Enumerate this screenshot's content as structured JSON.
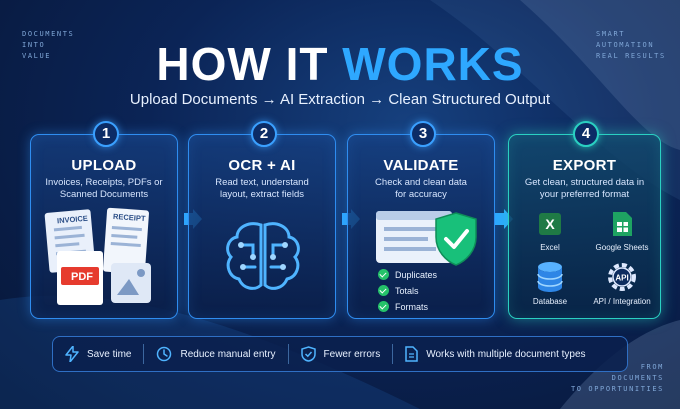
{
  "corner_left": [
    "DOCUMENTS",
    "INTO",
    "VALUE"
  ],
  "corner_right": [
    "SMART",
    "AUTOMATION",
    "REAL RESULTS"
  ],
  "corner_bottom": [
    "FROM",
    "DOCUMENTS",
    "TO OPPORTUNITIES"
  ],
  "title": {
    "part1": "HOW IT",
    "part2": "WORKS"
  },
  "subtitle": "Upload Documents → AI Extraction → Clean Structured Output",
  "steps": [
    {
      "number": "1",
      "title": "UPLOAD",
      "desc": "Invoices, Receipts, PDFs or Scanned Documents",
      "doc_labels": {
        "invoice": "INVOICE",
        "receipt": "RECEIPT",
        "pdf": "PDF"
      }
    },
    {
      "number": "2",
      "title": "OCR + AI",
      "desc": "Read text, understand layout, extract fields"
    },
    {
      "number": "3",
      "title": "VALIDATE",
      "desc": "Check and clean data for accuracy",
      "checks": [
        "Duplicates",
        "Totals",
        "Formats"
      ]
    },
    {
      "number": "4",
      "title": "EXPORT",
      "desc": "Get clean, structured data in your preferred format",
      "targets": [
        "Excel",
        "Google Sheets",
        "Database",
        "API / Integration"
      ],
      "icon_text": {
        "excel": "X",
        "api": "API"
      }
    }
  ],
  "features": [
    "Save time",
    "Reduce manual entry",
    "Fewer errors",
    "Works with multiple document types"
  ],
  "icons": [
    "lightning-icon",
    "clock-icon",
    "shield-check-icon",
    "document-icon",
    "brain-icon",
    "excel-icon",
    "sheets-icon",
    "database-icon",
    "api-gear-icon",
    "arrow-right-icon"
  ],
  "colors": {
    "accent_blue": "#2ea8ff",
    "accent_teal": "#2ad0c2",
    "check_green": "#25c26a",
    "background": "#0b2456"
  }
}
